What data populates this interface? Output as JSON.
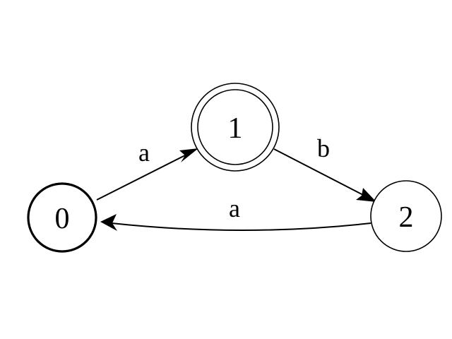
{
  "diagram": {
    "states": [
      {
        "id": "q0",
        "label": "0",
        "initial": true,
        "accepting": false
      },
      {
        "id": "q1",
        "label": "1",
        "initial": false,
        "accepting": true
      },
      {
        "id": "q2",
        "label": "2",
        "initial": false,
        "accepting": false
      }
    ],
    "transitions": [
      {
        "from": "0",
        "to": "1",
        "label": "a"
      },
      {
        "from": "1",
        "to": "2",
        "label": "b"
      },
      {
        "from": "2",
        "to": "0",
        "label": "a"
      }
    ],
    "colors": {
      "stroke": "#000000",
      "background": "#ffffff"
    }
  }
}
